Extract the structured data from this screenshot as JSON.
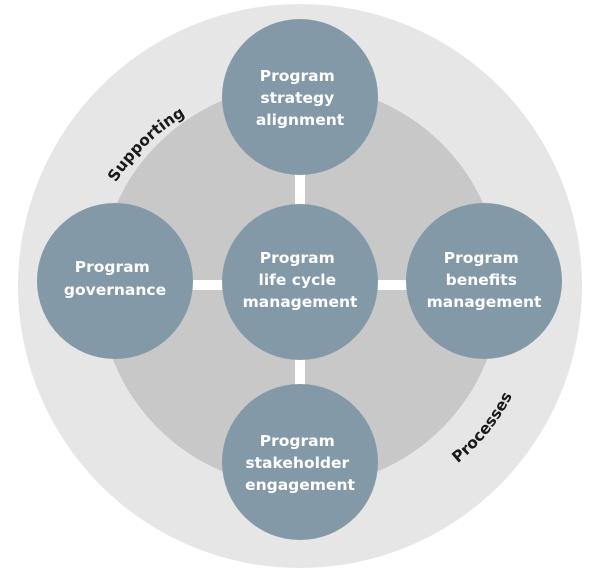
{
  "diagram": {
    "ring_labels": {
      "left": "Supporting",
      "right": "Processes"
    },
    "nodes": {
      "top": [
        "Program",
        "strategy",
        "alignment"
      ],
      "left": [
        "Program",
        "governance"
      ],
      "center": [
        "Program",
        "life cycle",
        "management"
      ],
      "right": [
        "Program",
        "benefits",
        "management"
      ],
      "bottom": [
        "Program",
        "stakeholder",
        "engagement"
      ]
    },
    "colors": {
      "outer_ring": "#e6e6e6",
      "inner_disc": "#c8c8c8",
      "node_fill": "#8399a8",
      "connector": "#ffffff",
      "node_text": "#ffffff",
      "ring_text": "#1a1a1a"
    }
  }
}
